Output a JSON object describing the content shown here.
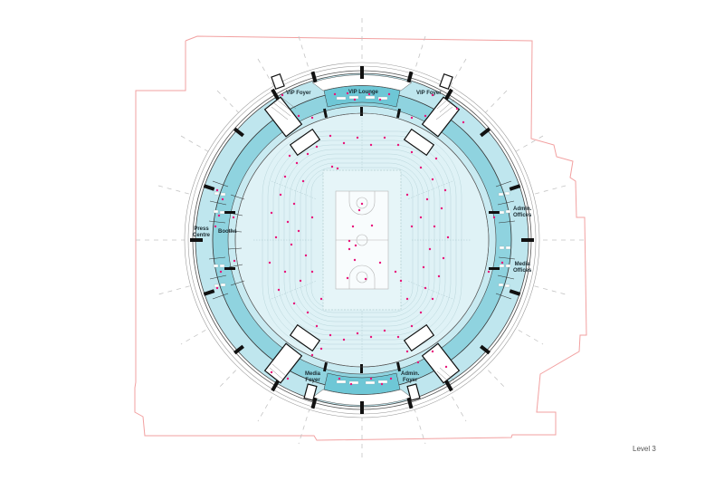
{
  "drawing": {
    "title": "Level 3",
    "type": "arena floor plan",
    "colors": {
      "site_boundary": "#f2a0a0",
      "concourse": "#bfe6ee",
      "office_ring": "#8fd3df",
      "seating_bowl": "#dff2f6",
      "court": "#f6fbfc",
      "people_dots": "#e8157a",
      "structure": "#111111",
      "grid_lines": "#bfbfbf"
    }
  },
  "rooms": {
    "vip_foyer_left": "VIP Foyer",
    "vip_lounge": "VIP Lounge",
    "vip_foyer_right": "VIP Foyer",
    "press_centre_line1": "Press",
    "press_centre_line2": "Centre",
    "booths": "Booths",
    "admin_offices_right_line1": "Admin.",
    "admin_offices_right_line2": "Offices",
    "media_offices_line1": "Media",
    "media_offices_line2": "Offices",
    "media_foyer_line1": "Media",
    "media_foyer_line2": "Foyer",
    "admin_foyer_line1": "Admin.",
    "admin_foyer_line2": "Foyer"
  },
  "legend": {
    "level": "Level 3"
  }
}
